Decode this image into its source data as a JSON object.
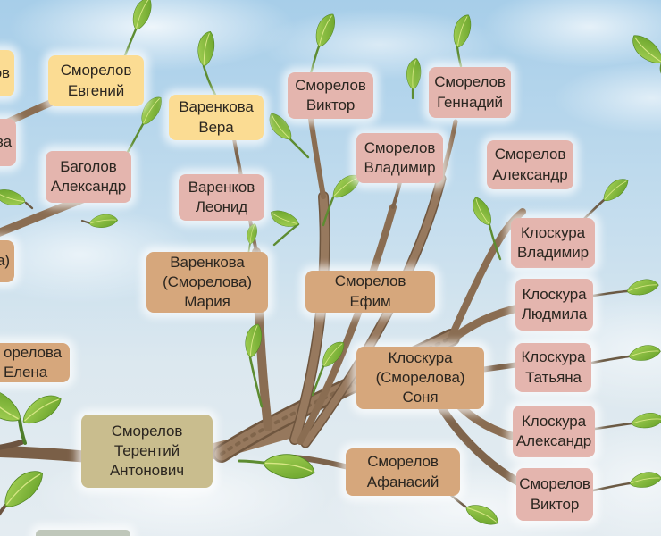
{
  "meta": {
    "title": "Семейное древо (family tree illustration)",
    "style": "painted tree with name plaques on sky background"
  },
  "palette": {
    "plaque_yellow": "#fbdc93",
    "plaque_pink": "#e4b5ae",
    "plaque_tan": "#d6a77c",
    "plaque_olive": "#c9bd8e",
    "text": "#2b2620",
    "branch": "#96785d",
    "leaf_green": "#78b335",
    "sky_top": "#a7cee9",
    "sky_bottom": "#e4ecf1"
  },
  "nodes": {
    "partial_top_left": {
      "text": "ов"
    },
    "smorelov_evgeniy": {
      "text": "Сморелов\nЕвгений"
    },
    "partial_left_upper": {
      "text": "ва"
    },
    "bagolov_alexandr": {
      "text": "Баголов\nАлександр"
    },
    "varenkova_vera": {
      "text": "Варенкова\nВера"
    },
    "varenkov_leonid": {
      "text": "Варенков\nЛеонид"
    },
    "smorelov_viktor_top": {
      "text": "Сморелов\nВиктор"
    },
    "smorelov_vladimir": {
      "text": "Сморелов\nВладимир"
    },
    "smorelov_gennadiy": {
      "text": "Сморелов\nГеннадий"
    },
    "smorelov_alexandr": {
      "text": "Сморелов\nАлександр"
    },
    "kloskura_vladimir": {
      "text": "Клоскура\nВладимир"
    },
    "partial_left_mid": {
      "text": "а)"
    },
    "varenkova_maria": {
      "text": "Варенкова\n(Сморелова)\nМария"
    },
    "smorelov_efim": {
      "text": "Сморелов\nЕфим"
    },
    "kloskura_lyudmila": {
      "text": "Клоскура\nЛюдмила"
    },
    "smorelova_elena_partial": {
      "text": "орелова\nЕлена"
    },
    "kloskura_tatyana": {
      "text": "Клоскура\nТатьяна"
    },
    "kloskura_sonya": {
      "text": "Клоскура\n(Сморелова)\nСоня"
    },
    "kloskura_alexandr": {
      "text": "Клоскура\nАлександр"
    },
    "smorelov_terentiy": {
      "text": "Сморелов\nТерентий\nАнтонович"
    },
    "smorelov_afanasiy": {
      "text": "Сморелов\nАфанасий"
    },
    "smorelov_viktor_bottom": {
      "text": "Сморелов\nВиктор"
    },
    "partial_bottom": {
      "text": ""
    }
  }
}
